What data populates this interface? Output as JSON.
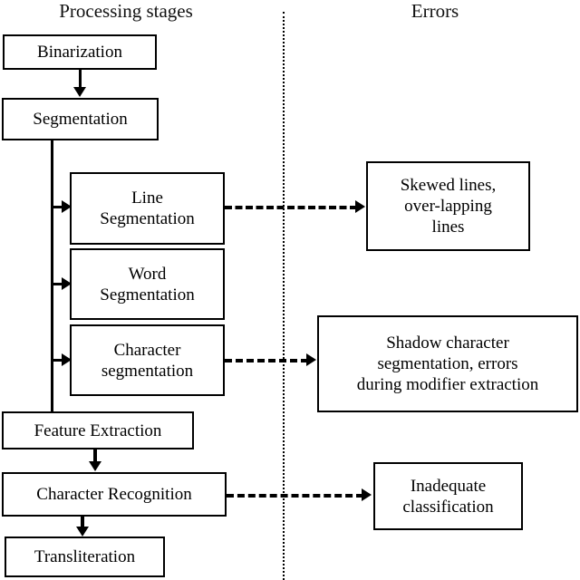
{
  "diagram": {
    "title_columns": {
      "left": "Processing stages",
      "right": "Errors"
    },
    "divider": {
      "style": "dotted-vertical",
      "color": "#000000"
    },
    "stages": [
      {
        "id": "binarization",
        "label": "Binarization"
      },
      {
        "id": "segmentation",
        "label": "Segmentation"
      },
      {
        "id": "line-segmentation",
        "label": "Line\nSegmentation"
      },
      {
        "id": "word-segmentation",
        "label": "Word\nSegmentation"
      },
      {
        "id": "character-segmentation",
        "label": "Character\nsegmentation"
      },
      {
        "id": "feature-extraction",
        "label": "Feature Extraction"
      },
      {
        "id": "character-recognition",
        "label": "Character Recognition"
      },
      {
        "id": "transliteration",
        "label": "Transliteration"
      }
    ],
    "errors": [
      {
        "id": "skewed-lines",
        "label": "Skewed lines,\nover-lapping\nlines"
      },
      {
        "id": "shadow-character",
        "label": "Shadow character\nsegmentation, errors\nduring modifier extraction"
      },
      {
        "id": "inadequate-classification",
        "label": "Inadequate\nclassification"
      }
    ],
    "connections": [
      {
        "from": "binarization",
        "to": "segmentation",
        "style": "solid-arrow-down"
      },
      {
        "from": "segmentation",
        "to": "line-segmentation",
        "style": "solid-arrow-right"
      },
      {
        "from": "segmentation",
        "to": "word-segmentation",
        "style": "solid-arrow-right"
      },
      {
        "from": "segmentation",
        "to": "character-segmentation",
        "style": "solid-arrow-right"
      },
      {
        "from": "segmentation",
        "to": "feature-extraction",
        "style": "solid-line-down"
      },
      {
        "from": "feature-extraction",
        "to": "character-recognition",
        "style": "solid-arrow-down"
      },
      {
        "from": "character-recognition",
        "to": "transliteration",
        "style": "solid-arrow-down"
      },
      {
        "from": "line-segmentation",
        "to": "skewed-lines",
        "style": "dashed-arrow-right"
      },
      {
        "from": "character-segmentation",
        "to": "shadow-character",
        "style": "dashed-arrow-right"
      },
      {
        "from": "character-recognition",
        "to": "inadequate-classification",
        "style": "dashed-arrow-right"
      }
    ]
  }
}
